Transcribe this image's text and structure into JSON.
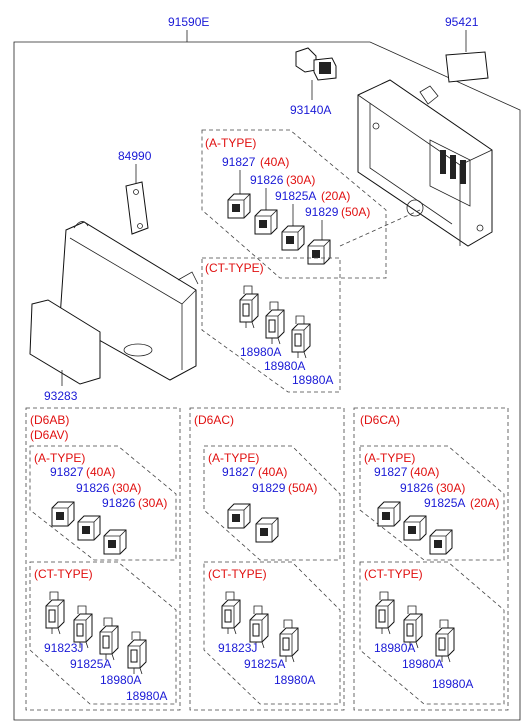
{
  "top": {
    "main_part": "91590E",
    "label_part": "95421",
    "connector_part": "93140A",
    "clip_part": "84990",
    "cover_part": "93283"
  },
  "a_type": {
    "title": "(A-TYPE)",
    "parts": [
      {
        "code": "91827",
        "rating": "(40A)"
      },
      {
        "code": "91826",
        "rating": "(30A)"
      },
      {
        "code": "91825A",
        "rating": "(20A)"
      },
      {
        "code": "91829",
        "rating": "(50A)"
      }
    ]
  },
  "ct_type": {
    "title": "(CT-TYPE)",
    "parts": [
      "18980A",
      "18980A",
      "18980A"
    ]
  },
  "d6ab": {
    "title1": "(D6AB)",
    "title2": "(D6AV)",
    "a_title": "(A-TYPE)",
    "a_parts": [
      {
        "code": "91827",
        "rating": "(40A)"
      },
      {
        "code": "91826",
        "rating": "(30A)"
      },
      {
        "code": "91826",
        "rating": "(30A)"
      }
    ],
    "ct_title": "(CT-TYPE)",
    "ct_parts": [
      "91823J",
      "91825A",
      "18980A",
      "18980A"
    ]
  },
  "d6ac": {
    "title": "(D6AC)",
    "a_title": "(A-TYPE)",
    "a_parts": [
      {
        "code": "91827",
        "rating": "(40A)"
      },
      {
        "code": "91829",
        "rating": "(50A)"
      }
    ],
    "ct_title": "(CT-TYPE)",
    "ct_parts": [
      "91823J",
      "91825A",
      "18980A"
    ]
  },
  "d6ca": {
    "title": "(D6CA)",
    "a_title": "(A-TYPE)",
    "a_parts": [
      {
        "code": "91827",
        "rating": "(40A)"
      },
      {
        "code": "91826",
        "rating": "(30A)"
      },
      {
        "code": "91825A",
        "rating": "(20A)"
      }
    ],
    "ct_title": "(CT-TYPE)",
    "ct_parts": [
      "18980A",
      "18980A",
      "18980A"
    ]
  }
}
